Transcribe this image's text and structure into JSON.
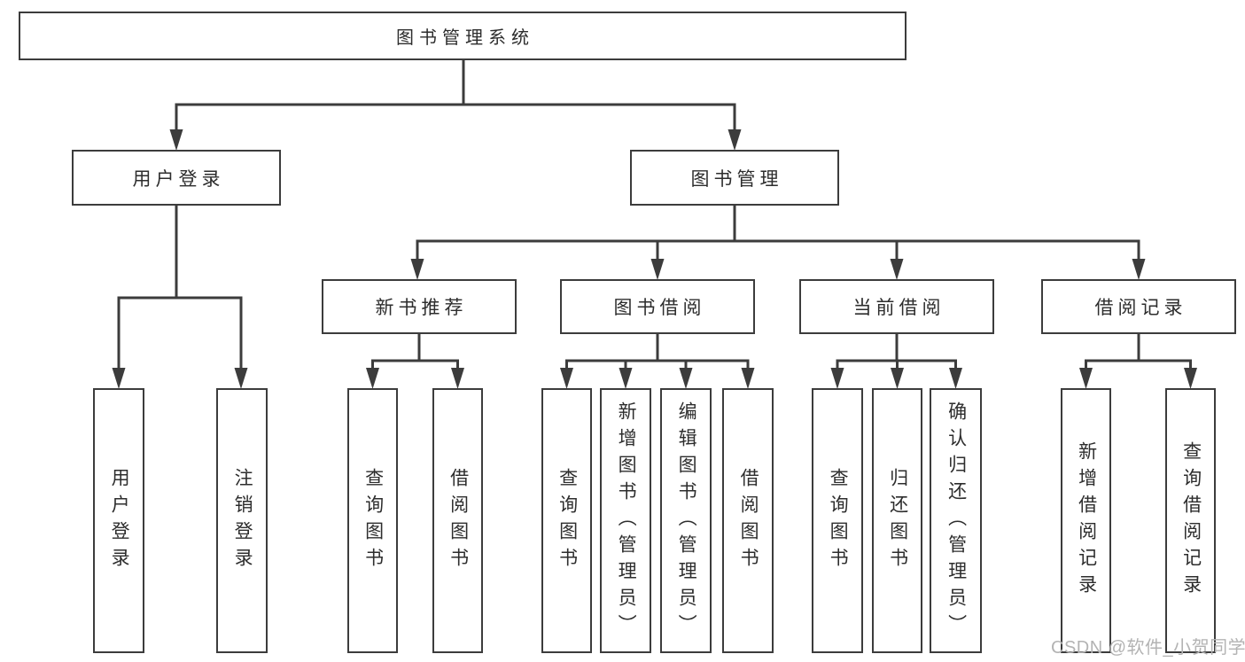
{
  "colors": {
    "line": "#3c3c3c",
    "box_border": "#3c3c3c",
    "text": "#2d2d2d",
    "watermark": "#b3b3b3",
    "background": "#ffffff"
  },
  "watermark": {
    "text": "CSDN @软件_小贺同学"
  },
  "tree": {
    "root": {
      "label": "图书管理系统"
    },
    "children": [
      {
        "label": "用户登录",
        "children": [
          {
            "label": "用户登录"
          },
          {
            "label": "注销登录"
          }
        ]
      },
      {
        "label": "图书管理",
        "children": [
          {
            "label": "新书推荐",
            "children": [
              {
                "label": "查询图书"
              },
              {
                "label": "借阅图书"
              }
            ]
          },
          {
            "label": "图书借阅",
            "children": [
              {
                "label": "查询图书"
              },
              {
                "label": "新增图书（管理员）"
              },
              {
                "label": "编辑图书（管理员）"
              },
              {
                "label": "借阅图书"
              }
            ]
          },
          {
            "label": "当前借阅",
            "children": [
              {
                "label": "查询图书"
              },
              {
                "label": "归还图书"
              },
              {
                "label": "确认归还（管理员）"
              }
            ]
          },
          {
            "label": "借阅记录",
            "children": [
              {
                "label": "新增借阅记录"
              },
              {
                "label": "查询借阅记录"
              }
            ]
          }
        ]
      }
    ]
  }
}
